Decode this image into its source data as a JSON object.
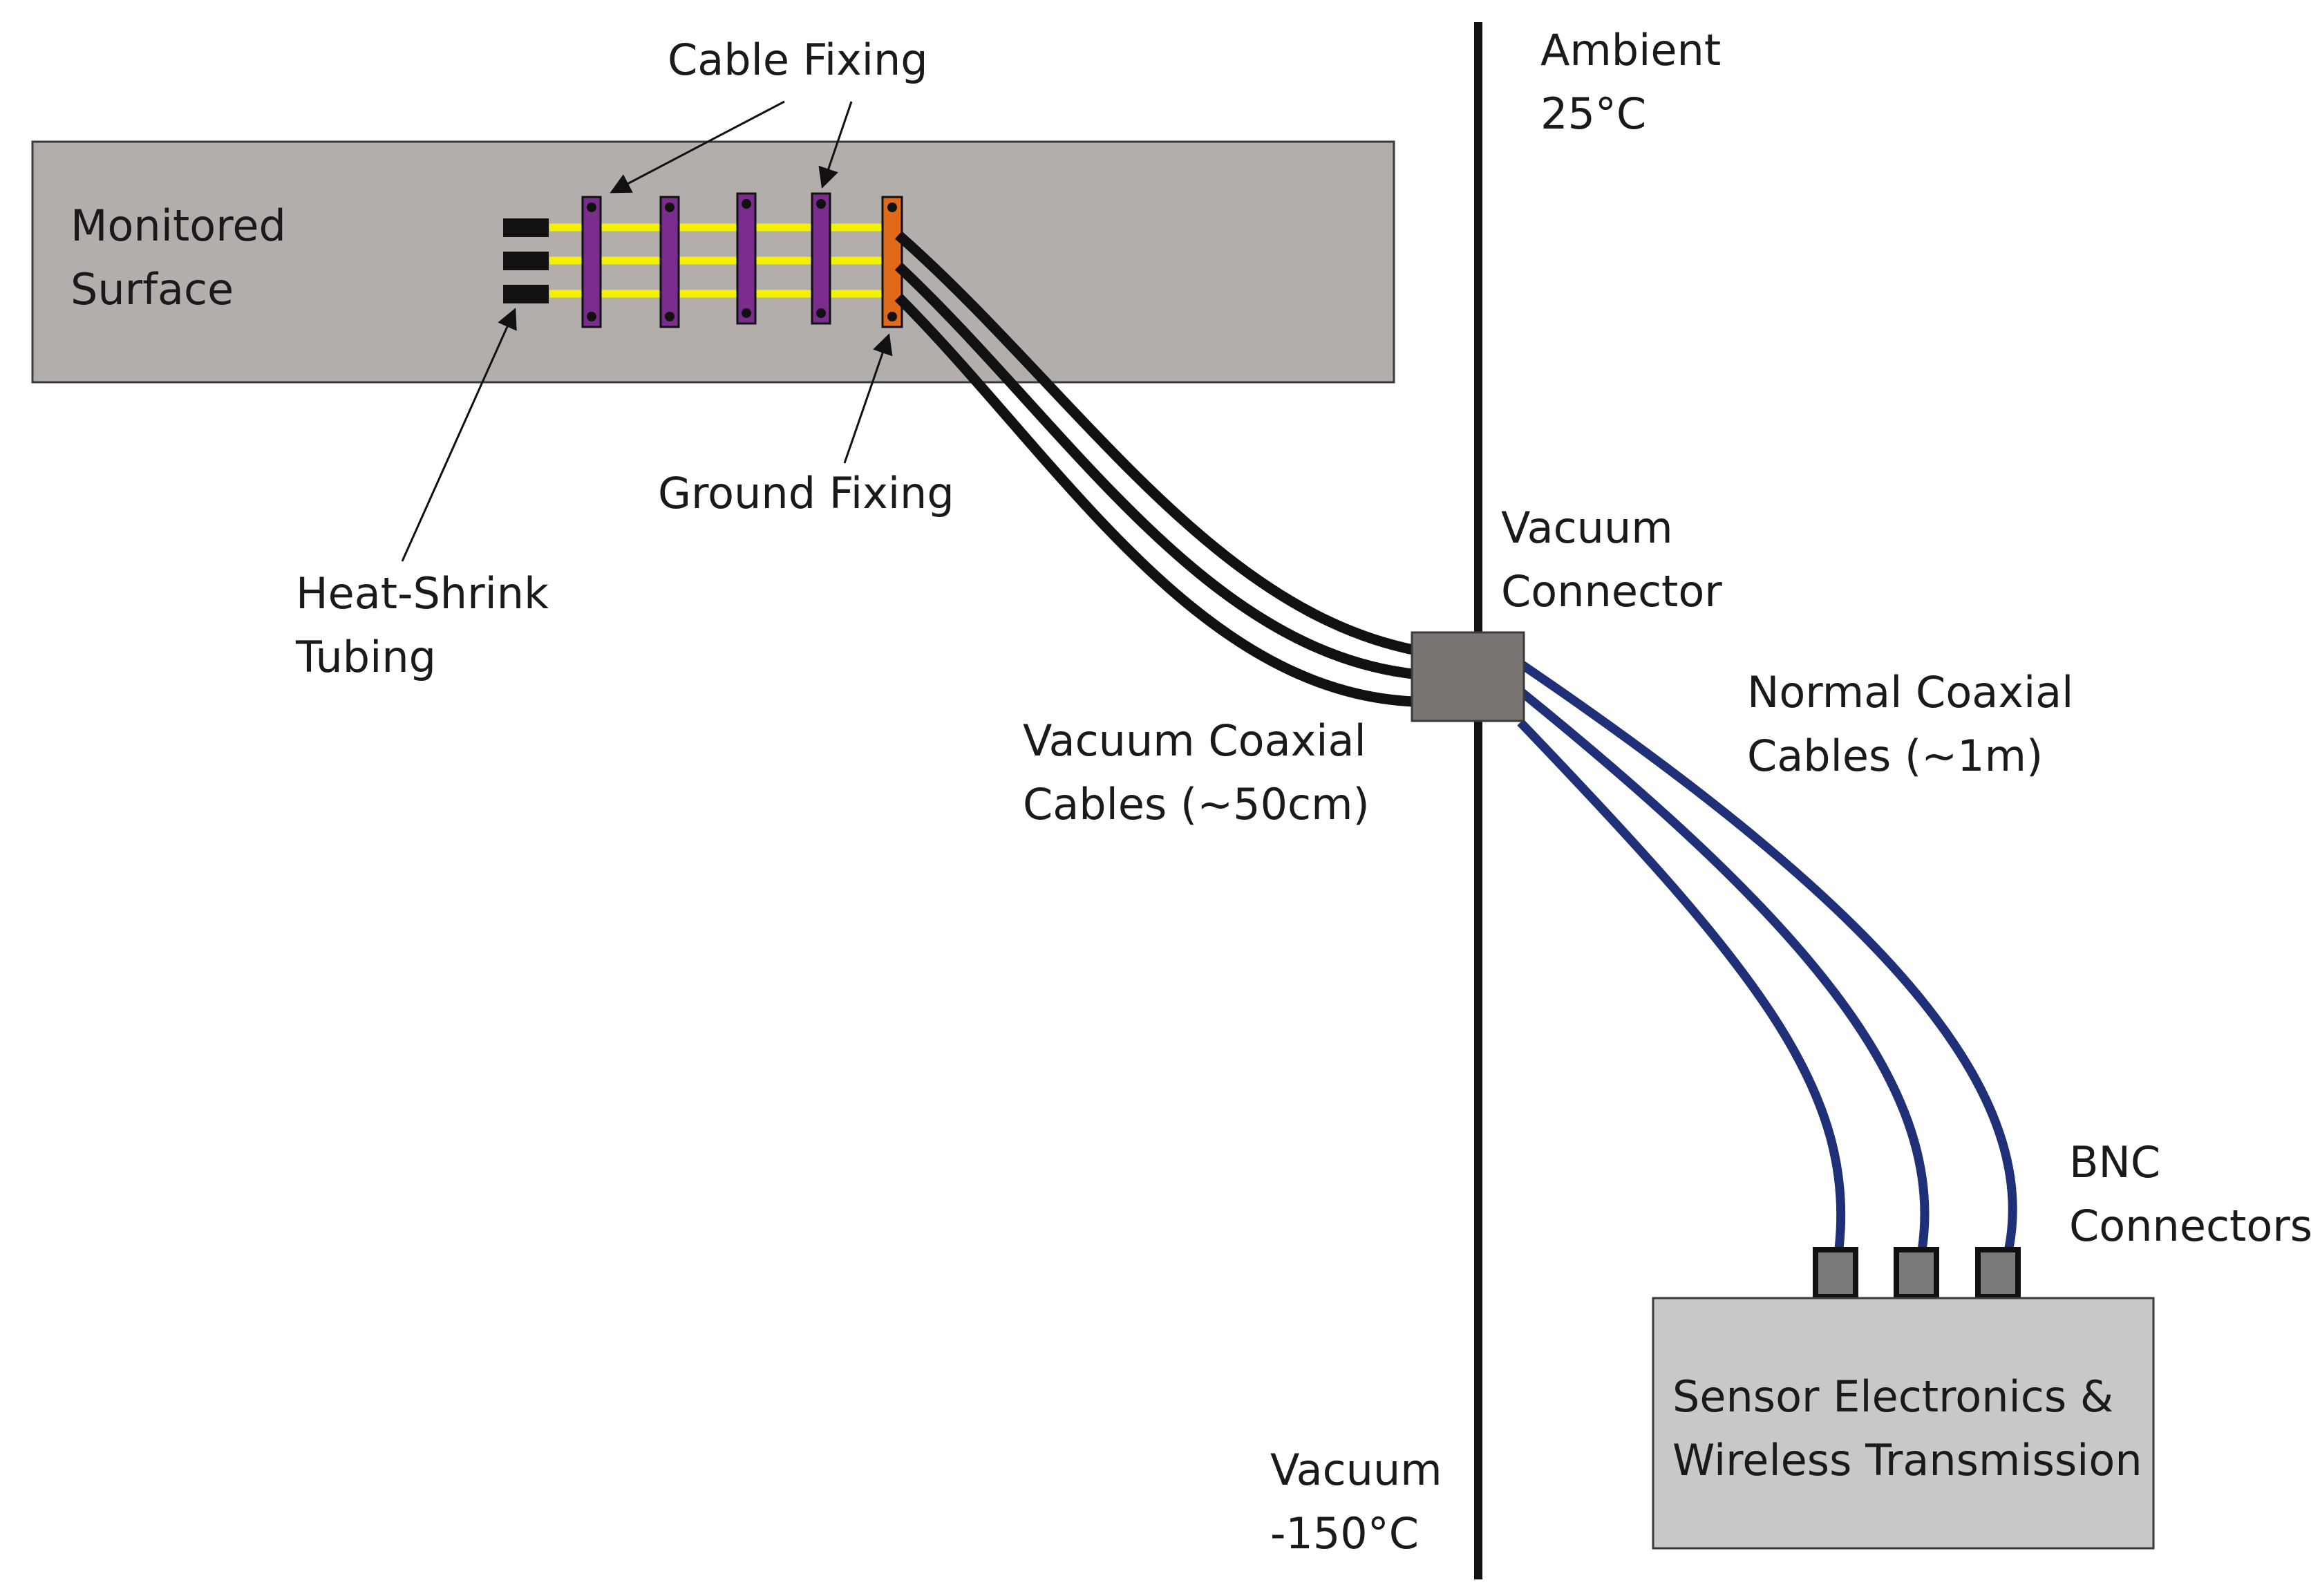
{
  "labels": {
    "cable_fixing": "Cable Fixing",
    "ambient_line1": "Ambient",
    "ambient_line2": "25°C",
    "monitored_line1": "Monitored",
    "monitored_line2": "Surface",
    "ground_fixing": "Ground Fixing",
    "vacuum_connector_line1": "Vacuum",
    "vacuum_connector_line2": "Connector",
    "heat_shrink_line1": "Heat-Shrink",
    "heat_shrink_line2": "Tubing",
    "normal_coax_line1": "Normal Coaxial",
    "normal_coax_line2": "Cables (~1m)",
    "vacuum_coax_line1": "Vacuum Coaxial",
    "vacuum_coax_line2": "Cables (~50cm)",
    "bnc_line1": "BNC",
    "bnc_line2": "Connectors",
    "electronics_line1": "Sensor Electronics &",
    "electronics_line2": "Wireless Transmission",
    "vacuum_line1": "Vacuum",
    "vacuum_line2": "-150°C"
  },
  "colors": {
    "surface_fill": "#b3aeac",
    "box_fill": "#c8c8c8",
    "connector_fill": "#7a7573",
    "cable_fixing": "#7b2d8e",
    "ground_fixing": "#e06a1a",
    "sensor_wire": "#f2f200",
    "vacuum_cable": "#111111",
    "normal_cable": "#1f2f78",
    "bnc_fill": "#7a7a7a",
    "divider": "#111111"
  },
  "icons": {
    "arrow": "arrow-icon",
    "heat_shrink": "heat-shrink-tube-icon",
    "bnc": "bnc-connector-icon"
  }
}
